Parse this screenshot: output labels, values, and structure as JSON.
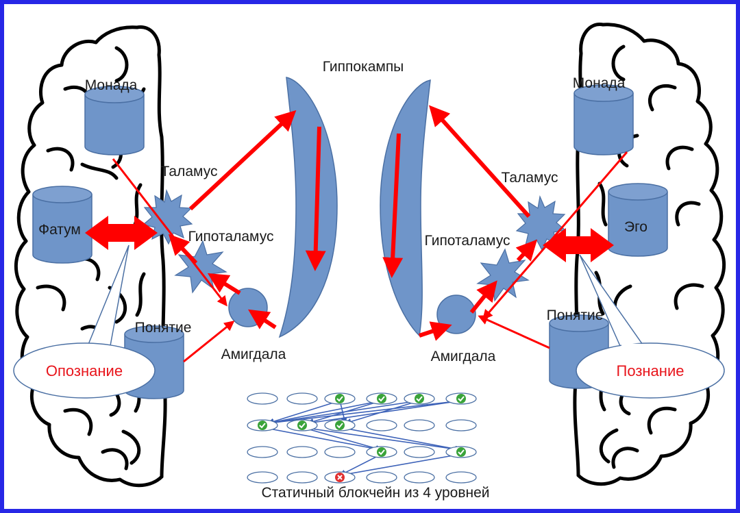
{
  "colors": {
    "frame": "#2727e6",
    "shape_fill": "#6f95c9",
    "shape_stroke": "#4a6fa3",
    "arrow": "#ff0000",
    "link": "#3d62b8",
    "check": "#3aa33a",
    "fail": "#e03030"
  },
  "labels": {
    "hippocampi": "Гиппокампы",
    "left": {
      "monad": "Монада",
      "fatum": "Фатум",
      "thalamus": "Таламус",
      "hypothalamus": "Гипоталамус",
      "concept": "Понятие",
      "amygdala": "Амигдала",
      "callout": "Опознание"
    },
    "right": {
      "monad": "Монада",
      "ego": "Эго",
      "thalamus": "Таламус",
      "hypothalamus": "Гипоталамус",
      "concept": "Понятие",
      "amygdala": "Амигдала",
      "callout": "Познание"
    }
  },
  "blockchain": {
    "caption": "Статичный блокчейн из 4 уровней",
    "levels": 4,
    "nodes_per_level": 6,
    "marks": [
      [
        "",
        "",
        "ok",
        "ok",
        "ok",
        "ok"
      ],
      [
        "ok",
        "ok",
        "ok",
        "",
        "",
        ""
      ],
      [
        "",
        "",
        "",
        "ok",
        "",
        "ok"
      ],
      [
        "",
        "",
        "fail",
        "",
        "",
        ""
      ]
    ]
  }
}
